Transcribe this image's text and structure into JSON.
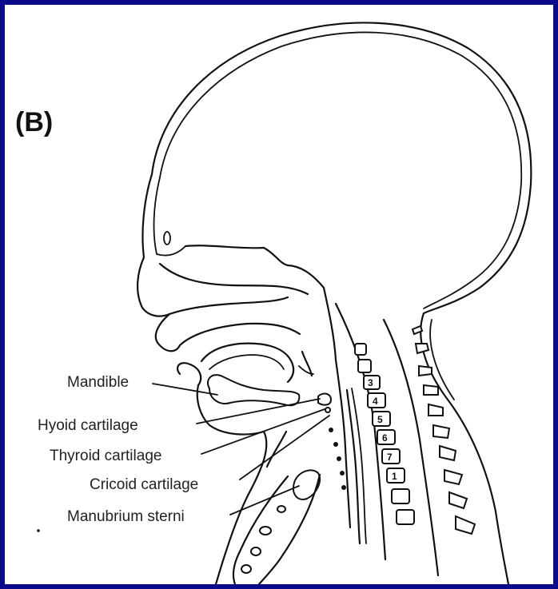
{
  "panel_label": "(B)",
  "labels": {
    "mandible": "Mandible",
    "hyoid": "Hyoid  cartilage",
    "thyroid": "Thyroid  cartilage",
    "cricoid": "Cricoid  cartilage",
    "manubrium": "Manubrium  sterni"
  },
  "vertebra_numbers": [
    "3",
    "4",
    "5",
    "6",
    "7",
    "1"
  ],
  "colors": {
    "border": "#0a0a8a",
    "background": "#ffffff",
    "ink": "#111111"
  }
}
